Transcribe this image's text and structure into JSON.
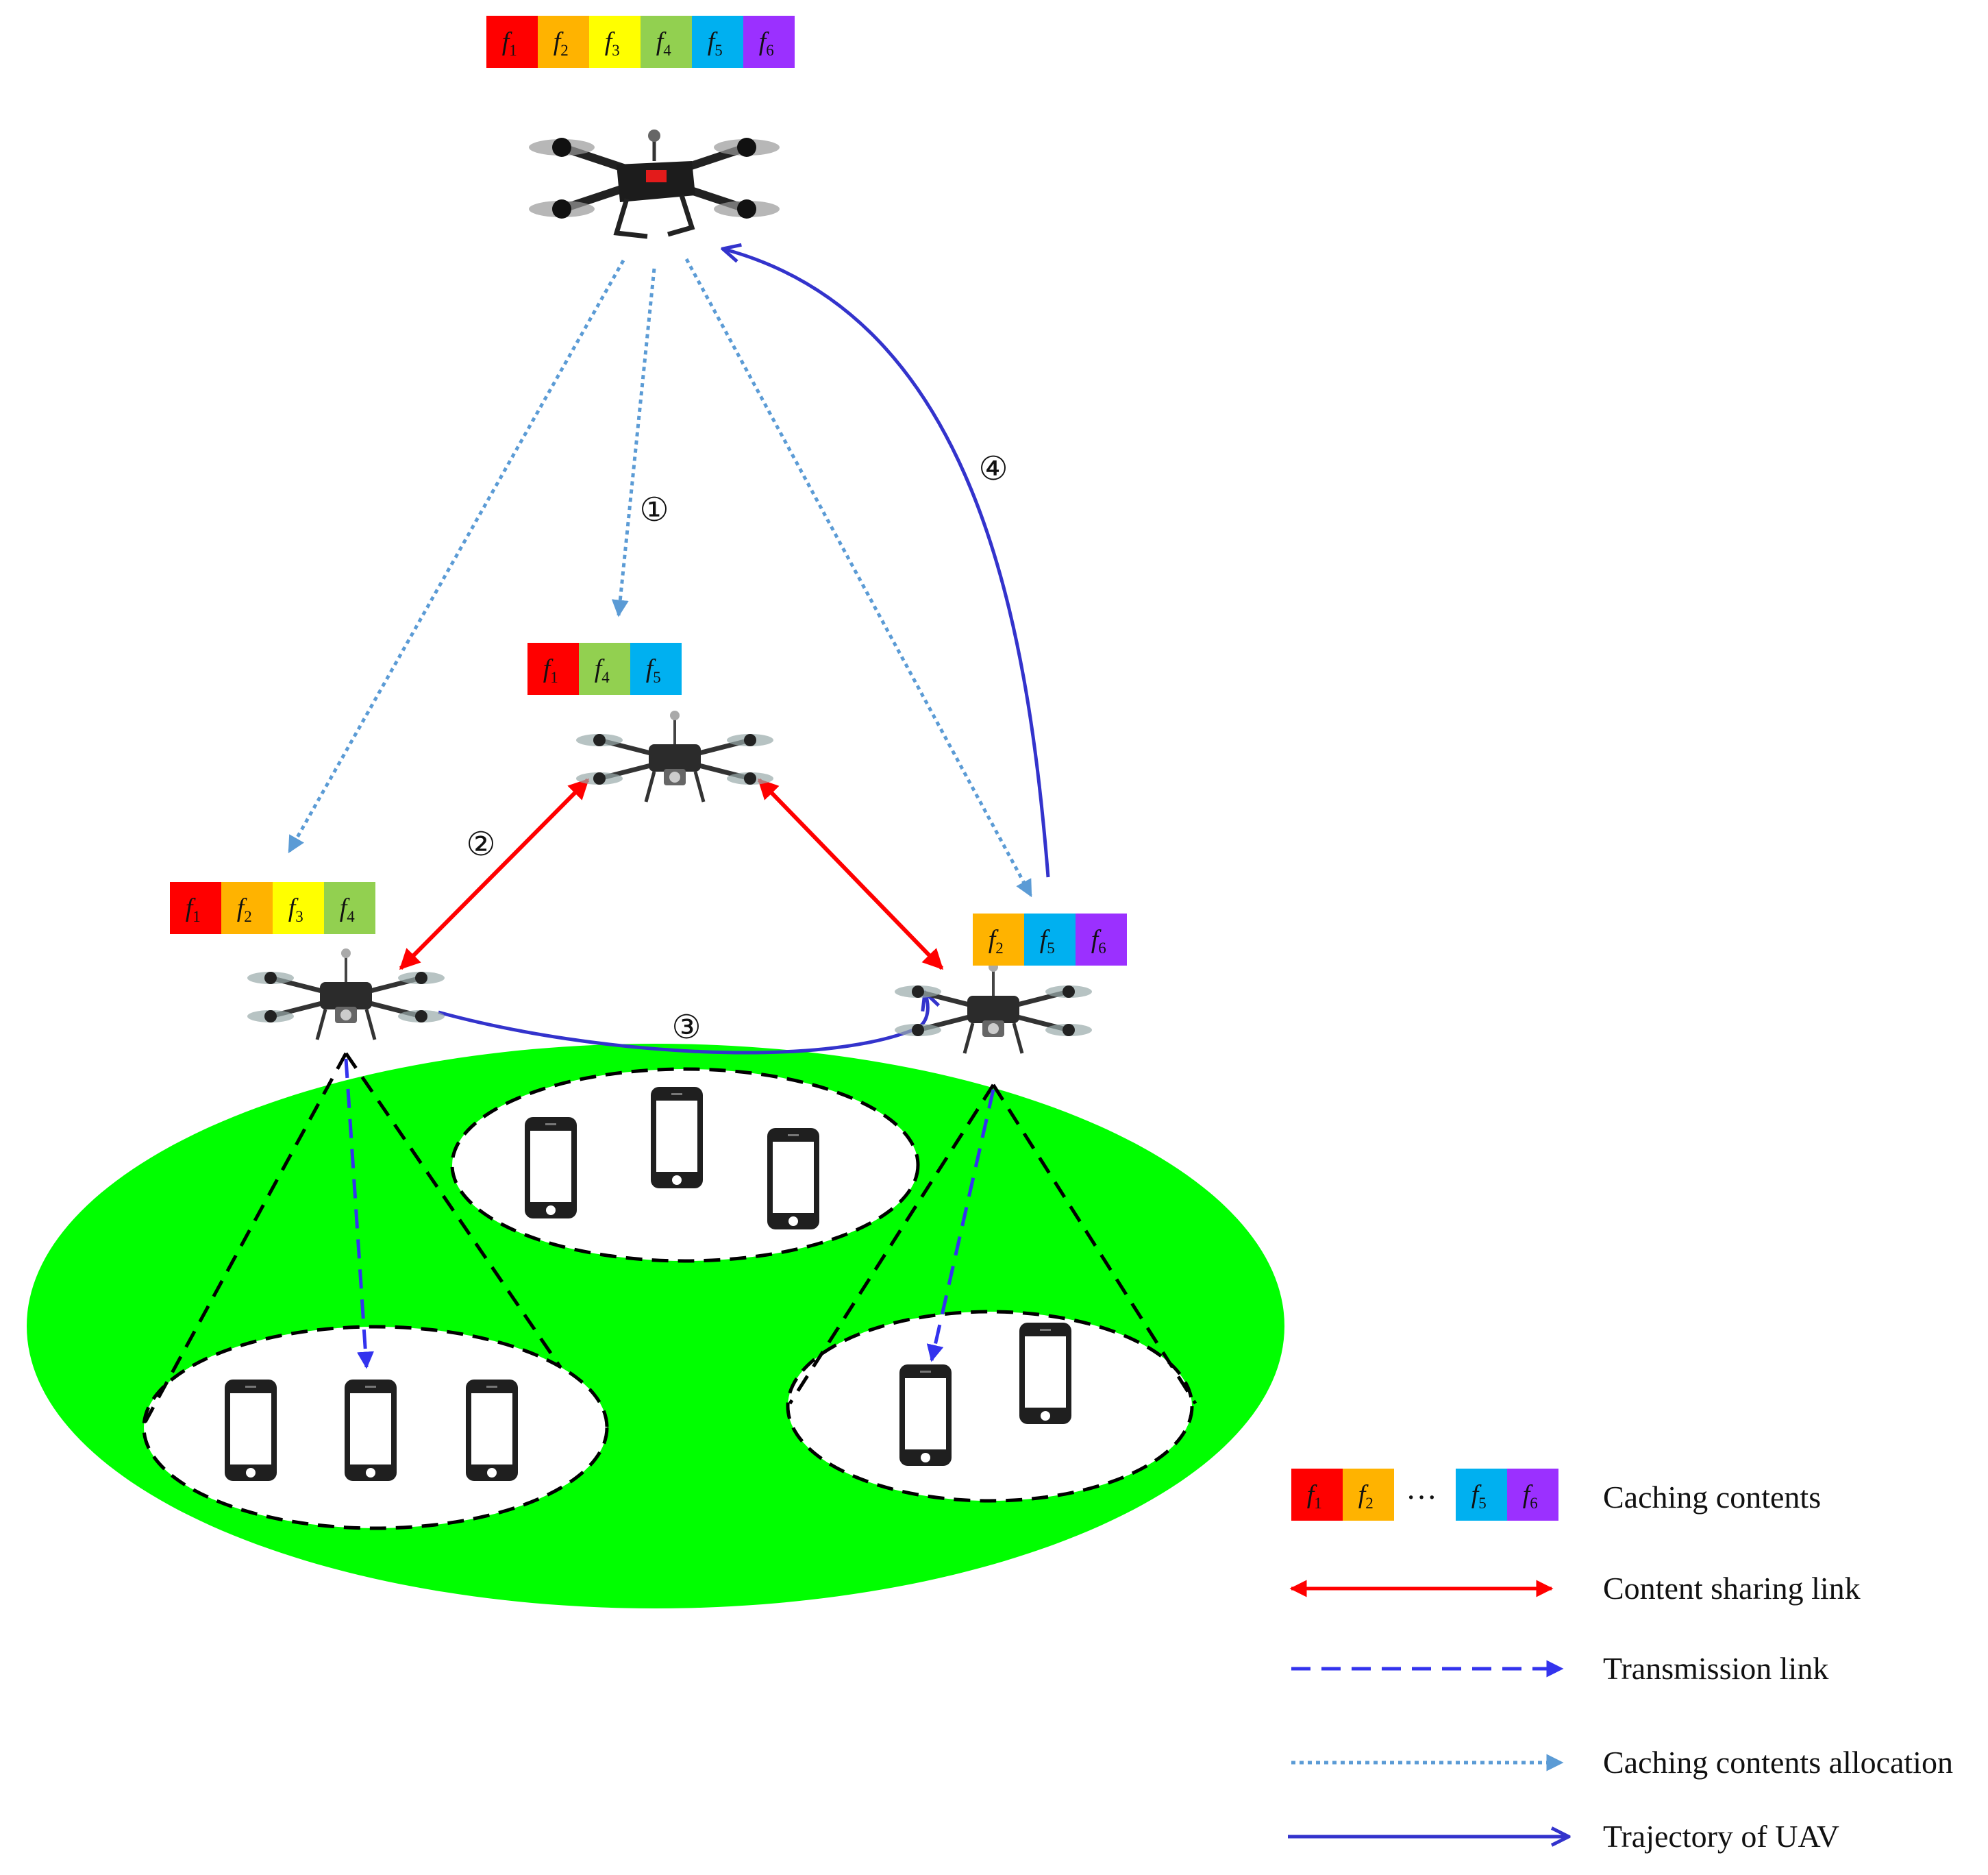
{
  "content_blocks": {
    "top_uav": [
      "f1",
      "f2",
      "f3",
      "f4",
      "f5",
      "f6"
    ],
    "middle_uav": [
      "f1",
      "f4",
      "f5"
    ],
    "left_uav": [
      "f1",
      "f2",
      "f3",
      "f4"
    ],
    "right_uav": [
      "f2",
      "f5",
      "f6"
    ],
    "legend": [
      "f1",
      "f2",
      "f5",
      "f6"
    ]
  },
  "content_colors": {
    "f1": "#ff0000",
    "f2": "#ffb300",
    "f3": "#ffff00",
    "f4": "#92d050",
    "f5": "#00b0f0",
    "f6": "#9b30ff"
  },
  "step_labels": [
    "①",
    "②",
    "③",
    "④"
  ],
  "legend": {
    "ellipsis": "···",
    "caching_contents": "Caching contents",
    "content_sharing_link": "Content sharing link",
    "transmission_link": "Transmission link",
    "caching_contents_allocation": "Caching contents allocation",
    "trajectory_of_uav": "Trajectory of UAV"
  },
  "colors": {
    "ground": "#00ff00",
    "sharing_link": "#ff0000",
    "transmission_link": "#3333ee",
    "allocation_link": "#5b9bd5",
    "trajectory": "#3333cc"
  }
}
